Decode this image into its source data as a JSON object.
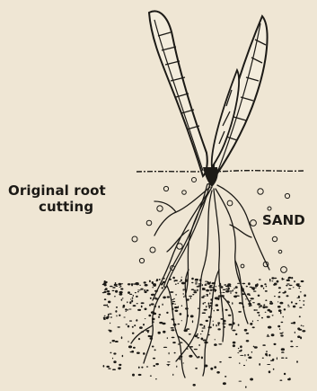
{
  "labels": {
    "root_cutting": {
      "line1": "Original root",
      "line2": "cutting"
    },
    "sand": "SAND"
  },
  "colors": {
    "paper": "#efe6d4",
    "ink": "#1c1a16"
  }
}
